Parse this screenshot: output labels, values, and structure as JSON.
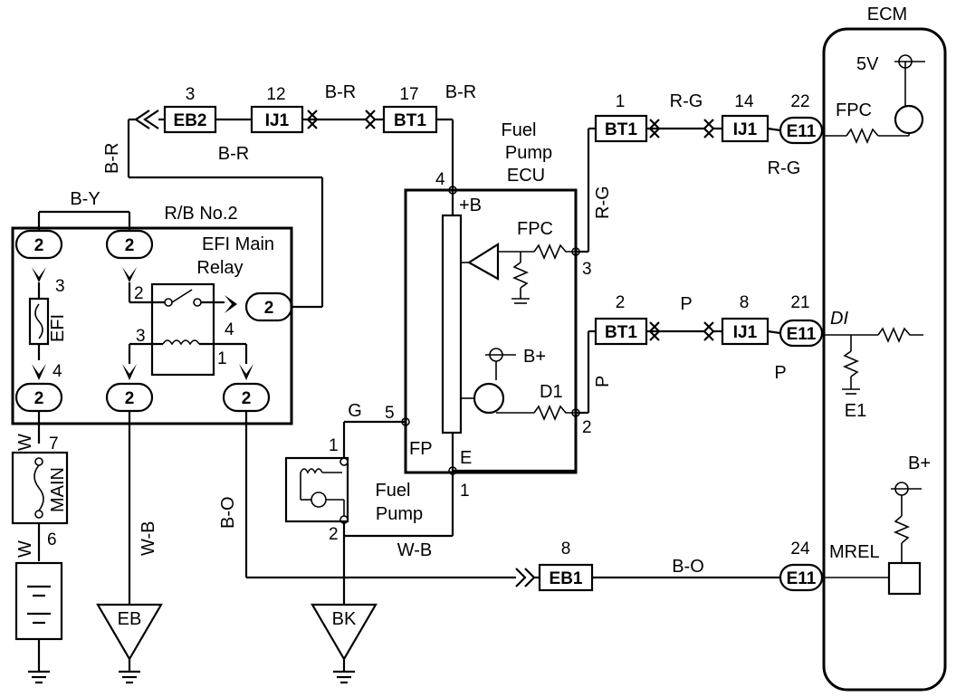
{
  "ecm": {
    "title": "ECM",
    "v5": "5V",
    "fpc": "FPC",
    "di": "DI",
    "e1": "E1",
    "b_plus": "B+",
    "mrel": "MREL"
  },
  "ecu": {
    "title_1": "Fuel",
    "title_2": "Pump",
    "title_3": "ECU",
    "plus_b": "+B",
    "fpc": "FPC",
    "b_plus": "B+",
    "d1": "D1",
    "fp": "FP",
    "e": "E",
    "pin_4": "4",
    "pin_3": "3",
    "pin_2": "2",
    "pin_5": "5",
    "pin_1": "1"
  },
  "relay_block": {
    "title": "R/B No.2",
    "relay_1": "EFI Main",
    "relay_2": "Relay",
    "efi_fuse": "EFI",
    "main_fuse": "MAIN",
    "p2": "2",
    "p3": "3",
    "p4": "4",
    "p1": "1",
    "c_p3": "3",
    "c_p4": "4",
    "c_p2": "2",
    "p7": "7",
    "p6": "6"
  },
  "pump": {
    "label_1": "Fuel",
    "label_2": "Pump",
    "pin_1": "1",
    "pin_2": "2"
  },
  "connectors": {
    "eb2": {
      "name": "EB2",
      "pin": "3"
    },
    "ij1_a": {
      "name": "IJ1",
      "pin": "12"
    },
    "bt1_a": {
      "name": "BT1",
      "pin": "17"
    },
    "bt1_b": {
      "name": "BT1",
      "pin": "1"
    },
    "ij1_b": {
      "name": "IJ1",
      "pin": "14"
    },
    "e11_a": {
      "name": "E11",
      "pin": "22"
    },
    "bt1_c": {
      "name": "BT1",
      "pin": "2"
    },
    "ij1_c": {
      "name": "IJ1",
      "pin": "8"
    },
    "e11_b": {
      "name": "E11",
      "pin": "21"
    },
    "eb1": {
      "name": "EB1",
      "pin": "8"
    },
    "e11_c": {
      "name": "E11",
      "pin": "24"
    },
    "j2": "2"
  },
  "wires": {
    "b_r": "B-R",
    "b_y": "B-Y",
    "r_g": "R-G",
    "p": "P",
    "g": "G",
    "w": "W",
    "w_b": "W-B",
    "b_o": "B-O"
  },
  "grounds": {
    "eb": "EB",
    "bk": "BK"
  }
}
